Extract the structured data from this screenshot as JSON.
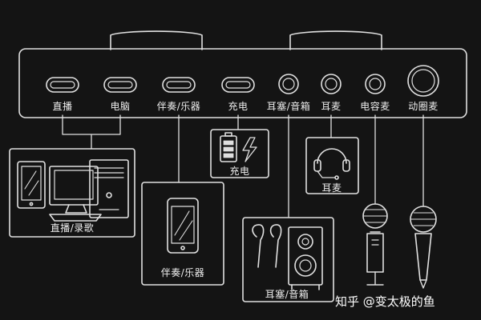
{
  "ports": [
    {
      "key": "live",
      "label": "直播",
      "shape": "usb"
    },
    {
      "key": "pc",
      "label": "电脑",
      "shape": "usb"
    },
    {
      "key": "accomp",
      "label": "伴奏/乐器",
      "shape": "usb"
    },
    {
      "key": "charge",
      "label": "充电",
      "shape": "usb"
    },
    {
      "key": "earphone",
      "label": "耳塞/音箱",
      "shape": "jack"
    },
    {
      "key": "headset",
      "label": "耳麦",
      "shape": "jack"
    },
    {
      "key": "condenser",
      "label": "电容麦",
      "shape": "jack"
    },
    {
      "key": "dynamic",
      "label": "动圈麦",
      "shape": "jack-large"
    }
  ],
  "devices": {
    "computer": {
      "label": "直播/录歌"
    },
    "phone": {
      "label": "伴奏/乐器"
    },
    "battery": {
      "label": "充电"
    },
    "headset": {
      "label": "耳麦"
    },
    "speaker": {
      "label": "耳塞/音箱"
    }
  },
  "watermark": "知乎 @变太极的鱼",
  "colors": {
    "background": "#141414",
    "line": "#e0e0e0"
  }
}
